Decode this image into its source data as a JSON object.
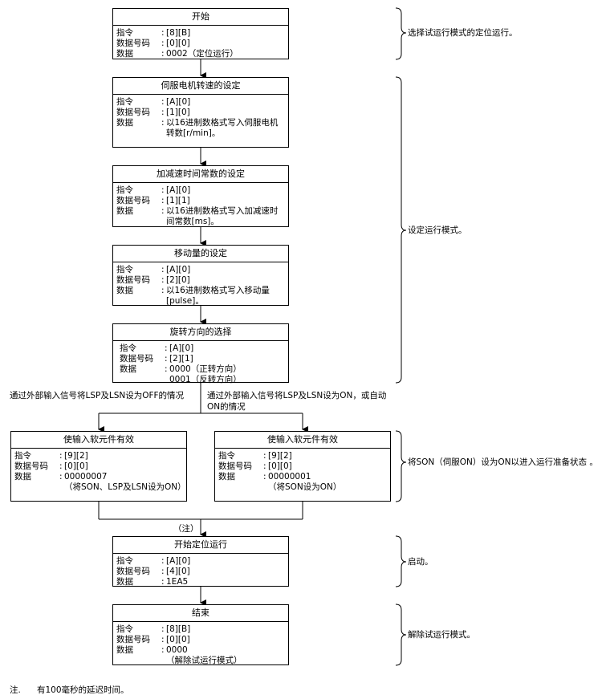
{
  "steps": [
    {
      "title": "开始",
      "rows": [
        [
          "指令",
          ":",
          [
            "[8][B]"
          ]
        ],
        [
          "数据号码",
          ":",
          [
            "[0][0]"
          ]
        ],
        [
          "数据",
          ":",
          [
            "0002（定位运行）"
          ]
        ]
      ]
    },
    {
      "title": "伺服电机转速的设定",
      "rows": [
        [
          "指令",
          ":",
          [
            "[A][0]"
          ]
        ],
        [
          "数据号码",
          ":",
          [
            "[1][0]"
          ]
        ],
        [
          "数据",
          ":",
          [
            "以16进制数格式写入伺服电机",
            "转数[r/min]。"
          ]
        ]
      ]
    },
    {
      "title": "加减速时间常数的设定",
      "rows": [
        [
          "指令",
          ":",
          [
            "[A][0]"
          ]
        ],
        [
          "数据号码",
          ":",
          [
            "[1][1]"
          ]
        ],
        [
          "数据",
          ":",
          [
            "以16进制数格式写入加减速时",
            "间常数[ms]。"
          ]
        ]
      ]
    },
    {
      "title": "移动量的设定",
      "rows": [
        [
          "指令",
          ":",
          [
            "[A][0]"
          ]
        ],
        [
          "数据号码",
          ":",
          [
            "[2][0]"
          ]
        ],
        [
          "数据",
          ":",
          [
            "以16进制数格式写入移动量",
            "[pulse]。"
          ]
        ]
      ]
    },
    {
      "title": "旋转方向的选择",
      "rows": [
        [
          "指令",
          ":",
          [
            "[A][0]"
          ]
        ],
        [
          "数据号码",
          ":",
          [
            "[2][1]"
          ]
        ],
        [
          "数据",
          ":",
          [
            "0000（正转方向）",
            "0001（反转方向）"
          ]
        ]
      ]
    },
    {
      "title": "使输入软元件有效",
      "rows": [
        [
          "指令",
          ":",
          [
            "[9][2]"
          ]
        ],
        [
          "数据号码",
          ":",
          [
            "[0][0]"
          ]
        ],
        [
          "数据",
          ":",
          [
            "00000007",
            "（将SON、LSP及LSN设为ON）"
          ]
        ]
      ]
    },
    {
      "title": "使输入软元件有效",
      "rows": [
        [
          "指令",
          ":",
          [
            "[9][2]"
          ]
        ],
        [
          "数据号码",
          ":",
          [
            "[0][0]"
          ]
        ],
        [
          "数据",
          ":",
          [
            "00000001",
            "（将SON设为ON）"
          ]
        ]
      ]
    },
    {
      "title": "开始定位运行",
      "rows": [
        [
          "指令",
          ":",
          [
            "[A][0]"
          ]
        ],
        [
          "数据号码",
          ":",
          [
            "[4][0]"
          ]
        ],
        [
          "数据",
          ":",
          [
            "1EA5"
          ]
        ]
      ]
    },
    {
      "title": "结束",
      "rows": [
        [
          "指令",
          ":",
          [
            "[8][B]"
          ]
        ],
        [
          "数据号码",
          ":",
          [
            "[0][0]"
          ]
        ],
        [
          "数据",
          ":",
          [
            "0000",
            "（解除试运行模式）"
          ]
        ]
      ]
    }
  ],
  "conditions": {
    "left": "通过外部输入信号将LSP及LSN设为OFF的情况",
    "right": "通过外部输入信号将LSP及LSN设为ON，或自动ON的情况"
  },
  "note_marker": "（注）",
  "annotations": [
    "选择试运行模式的定位运行。",
    "设定运行模式。",
    "将SON（伺服ON）设为ON以进入运行准备状态 。",
    "启动。",
    "解除试运行模式。"
  ],
  "footnote": {
    "label": "注.",
    "text": "有100毫秒的延迟时间。"
  }
}
